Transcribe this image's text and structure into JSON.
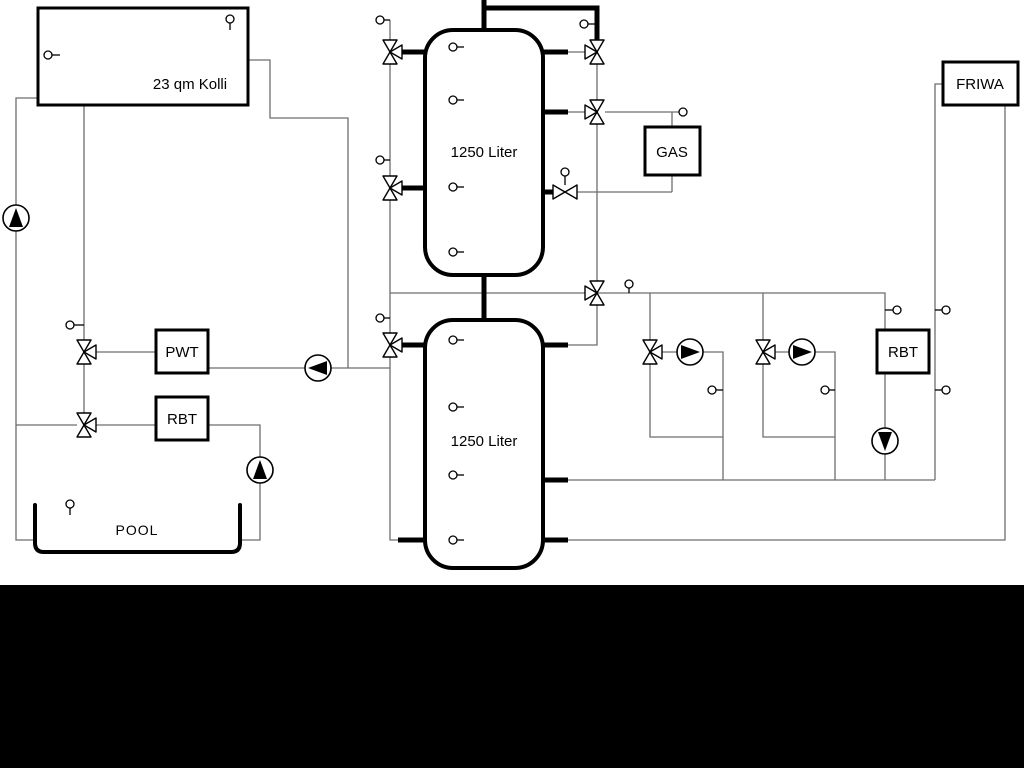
{
  "components": {
    "collector": {
      "label": "23 qm Kolli"
    },
    "tank_top": {
      "label": "1250 Liter"
    },
    "tank_bottom": {
      "label": "1250 Liter"
    },
    "pwt": {
      "label": "PWT"
    },
    "rbt_left": {
      "label": "RBT"
    },
    "rbt_right": {
      "label": "RBT"
    },
    "gas": {
      "label": "GAS"
    },
    "friwa": {
      "label": "FRIWA"
    },
    "pool": {
      "label": "POOL"
    }
  },
  "colors": {
    "pipe": "#6e6e6e",
    "ink": "#000000",
    "background": "#ffffff",
    "footer": "#000000"
  }
}
